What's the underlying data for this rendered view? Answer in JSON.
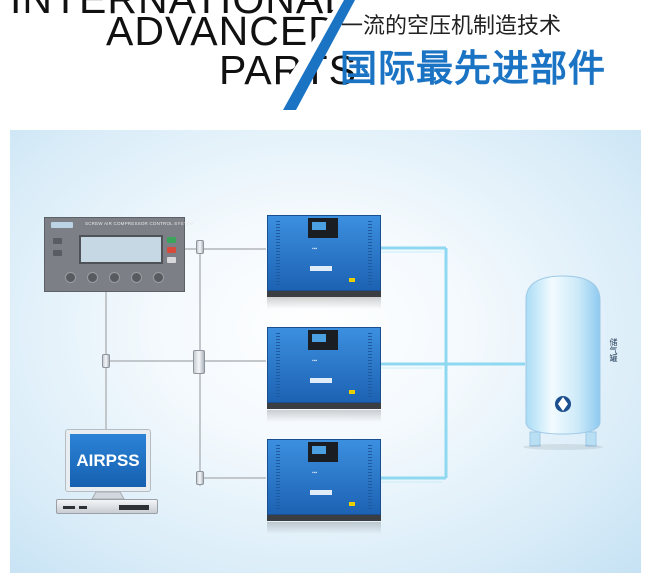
{
  "header": {
    "eng_line1": "INTERNATIONAL",
    "eng_line2": "ADVANCED",
    "eng_line3": "PARTS",
    "cn_subtitle": "一流的空压机制造技术",
    "cn_title": "国际最先进部件",
    "accent_color": "#1b73c4"
  },
  "diagram": {
    "controller": {
      "title": "SCREW AIR COMPRESSOR CONTROL SYSTEM",
      "icon": "control-panel-icon"
    },
    "computer": {
      "screen_text": "AIRPSS",
      "icon": "desktop-computer-icon"
    },
    "compressors": [
      {
        "icon": "air-compressor-icon"
      },
      {
        "icon": "air-compressor-icon"
      },
      {
        "icon": "air-compressor-icon"
      }
    ],
    "tank": {
      "label": "储气罐",
      "icon": "air-tank-icon"
    },
    "colors": {
      "compressor_blue": "#2a7ad0",
      "pipe_cyan": "#8fd8f2",
      "cable_gray": "#c2c7cc"
    }
  }
}
